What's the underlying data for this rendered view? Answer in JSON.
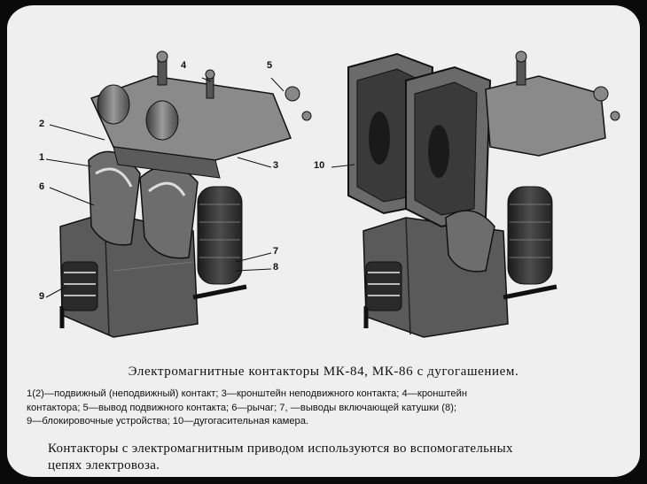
{
  "callouts": {
    "c1": "1",
    "c2": "2",
    "c3": "3",
    "c4": "4",
    "c5": "5",
    "c6": "6",
    "c7": "7",
    "c8": "8",
    "c9": "9",
    "c10": "10"
  },
  "caption": {
    "title": "Электромагнитные контакторы МК-84, МК-86 с дугогашением.",
    "legend_lines": [
      "1(2)—подвижный (неподвижный) контакт; 3—кронштейн неподвижного контакта; 4—кронштейн",
      "контактора;  5—вывод подвижного контакта;   6—рычаг;  7, —выводы включающей катушки (8);",
      "9—блокировочные устройства;  10—дугогасительная камера."
    ],
    "note_lines": [
      "Контакторы с электромагнитным приводом используются во вспомогательных",
      "цепях электровоза."
    ]
  }
}
